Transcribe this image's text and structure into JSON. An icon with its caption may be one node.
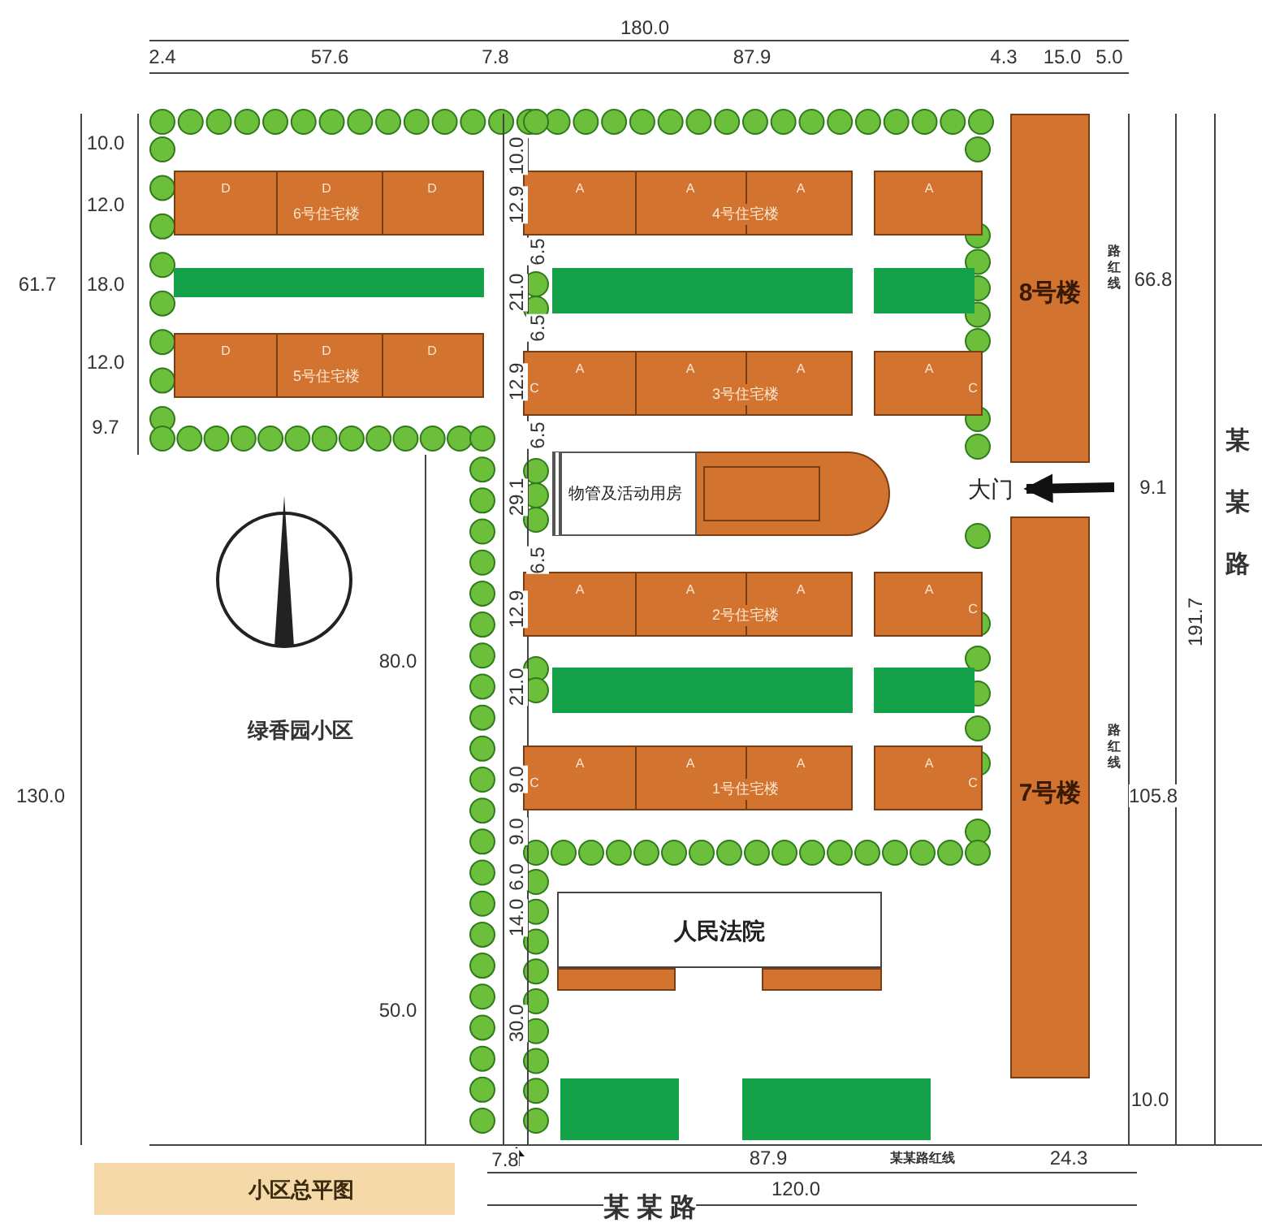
{
  "diagram": {
    "title": "小区总平图",
    "nodes": [
      {
        "text": [
          "D",
          "D",
          "D",
          "6号住宅楼"
        ]
      },
      {
        "text": [],
        "shape": "box"
      },
      {
        "text": [
          "D",
          "D",
          "D",
          "5号住宅楼"
        ]
      },
      {
        "text": [
          "A",
          "A",
          "A",
          "4号住宅楼"
        ]
      },
      {
        "text": [
          "A"
        ]
      },
      {
        "text": [],
        "shape": "box"
      },
      {
        "text": [],
        "shape": "box"
      },
      {
        "text": [
          "A",
          "C",
          "A",
          "A",
          "3号住宅楼"
        ]
      },
      {
        "text": [
          "A",
          "C"
        ]
      },
      {
        "text": [
          "物管及活动用房"
        ]
      },
      {
        "text": [
          "A",
          "A",
          "A",
          "2号住宅楼"
        ]
      },
      {
        "text": [
          "A",
          "C"
        ]
      },
      {
        "text": [],
        "shape": "box"
      },
      {
        "text": [],
        "shape": "box"
      },
      {
        "text": [
          "A",
          "C",
          "A",
          "A",
          "1号住宅楼"
        ]
      },
      {
        "text": [
          "A",
          "C"
        ]
      },
      {
        "text": [
          "人民法院"
        ]
      },
      {
        "text": [],
        "shape": "bar"
      },
      {
        "text": [],
        "shape": "bar"
      },
      {
        "text": [],
        "shape": "box"
      },
      {
        "text": [],
        "shape": "box"
      },
      {
        "text": [
          "8号楼"
        ]
      },
      {
        "text": [
          "大门"
        ]
      },
      {
        "text": [
          "7号楼"
        ]
      }
    ],
    "edges": [
      {
        "from": null,
        "to": 22,
        "arrow": "to"
      }
    ],
    "labels": [
      "180.0",
      "2.4",
      "57.6",
      "7.8",
      "87.9",
      "4.3",
      "15.0",
      "5.0",
      "10.0",
      "12.0",
      "61.7",
      "18.0",
      "12.0",
      "9.7",
      "10.0",
      "12.9",
      "6.5",
      "21.0",
      "6.5",
      "12.9",
      "6.5",
      "29.1",
      "6.5",
      "12.9",
      "21.0",
      "9.0",
      "9.0",
      "6.0",
      "14.0",
      "30.0",
      "路红线",
      "66.8",
      "9.1",
      "某某路",
      "191.7",
      "绿香园小区",
      "80.0",
      "130.0",
      "路红线",
      "105.8",
      "50.0",
      "10.0",
      "7.8",
      "87.9",
      "某某路红线",
      "24.3",
      "120.0",
      "某 某 路"
    ]
  }
}
